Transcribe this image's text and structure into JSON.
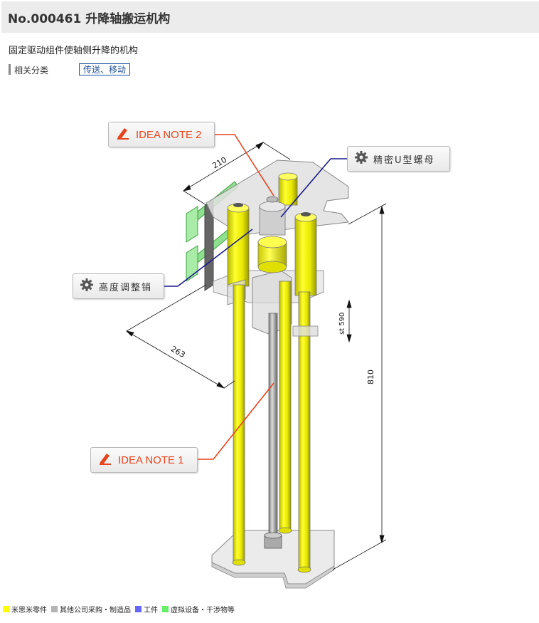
{
  "header": {
    "title": "No.000461 升降轴搬运机构"
  },
  "description": "固定驱动组件使轴侧升降的机构",
  "category": {
    "label": "相关分类",
    "tag": "传送、移动"
  },
  "callouts": {
    "idea_note_2": "IDEA NOTE 2",
    "idea_note_1": "IDEA NOTE 1",
    "precision_nut": "精密U型螺母",
    "height_pin": "高度调整销"
  },
  "dimensions": {
    "d210": "210",
    "d263": "263",
    "st590": "st 590",
    "d810": "810"
  },
  "legend": [
    {
      "label": "米思米零件",
      "color": "#ffff00"
    },
    {
      "label": "其他公司采购・制造品",
      "color": "#b4b4b4"
    },
    {
      "label": "工件",
      "color": "#6666ff"
    },
    {
      "label": "虚拟设备・干涉物等",
      "color": "#66ee66"
    }
  ],
  "colors": {
    "accent_orange": "#e8441c",
    "leader_blue": "#1a1a8c",
    "part_yellow": "#f0f000"
  }
}
